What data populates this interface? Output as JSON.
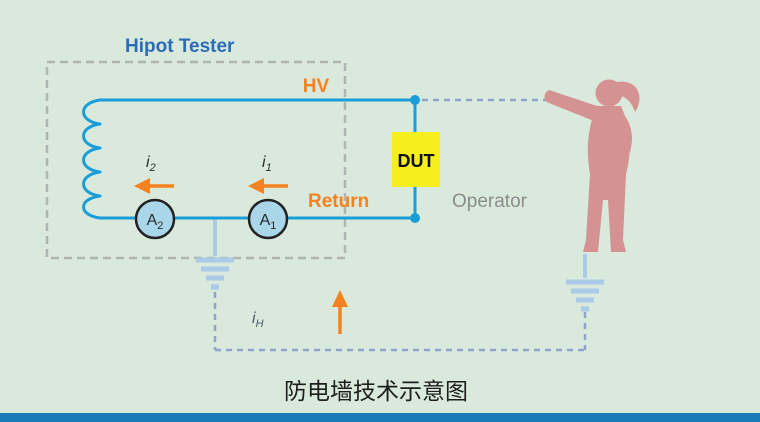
{
  "colors": {
    "background": "#d9e9db",
    "circuit_blue": "#1a9ed9",
    "accent_orange": "#f58220",
    "title_blue": "#2a6cb8",
    "dut_yellow": "#f6ee1e",
    "person_rose": "#d59292",
    "ground_light_blue": "#a9cbe8",
    "dashed_path_blue": "#8fa3cc",
    "dashed_box_gray": "#b2b4b2",
    "operator_gray": "#8c8c8c",
    "bottom_bar_blue": "#1b7ab8"
  },
  "labels": {
    "hipot_tester": "Hipot Tester",
    "hv": "HV",
    "return": "Return",
    "dut": "DUT",
    "operator": "Operator"
  },
  "meters": {
    "a2": {
      "letter": "A",
      "sub": "2"
    },
    "a1": {
      "letter": "A",
      "sub": "1"
    }
  },
  "currents": {
    "i2": {
      "letter": "i",
      "sub": "2"
    },
    "i1": {
      "letter": "i",
      "sub": "1"
    },
    "ih": {
      "letter": "i",
      "sub": "H"
    }
  },
  "caption": "防电墙技术示意图"
}
